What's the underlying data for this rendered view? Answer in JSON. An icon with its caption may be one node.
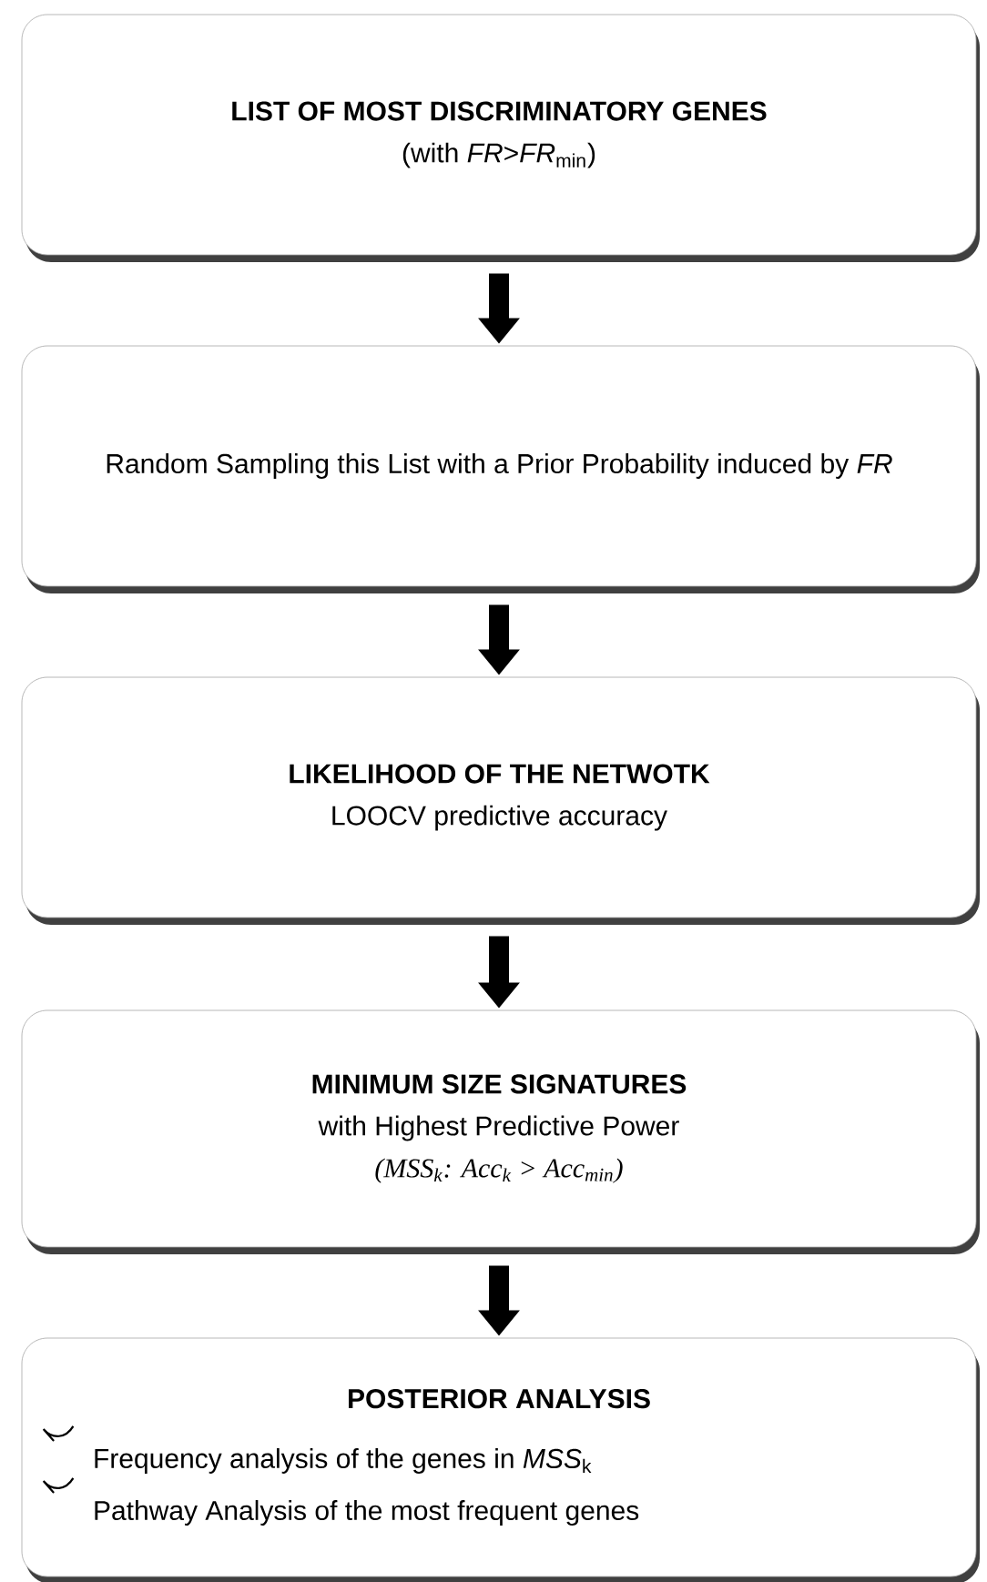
{
  "diagram": {
    "nodes": [
      {
        "text": [
          "LIST OF MOST DISCRIMINATORY GENES",
          "(with *FR*>*FR*$_{min}$)"
        ]
      },
      {
        "text": [
          "Random Sampling this List with a Prior Probability induced by *FR*"
        ]
      },
      {
        "text": [
          "LIKELIHOOD OF THE NETWOTK",
          "LOOCV predictive accuracy"
        ]
      },
      {
        "text": [
          "MINIMUM SIZE SIGNATURES",
          "with Highest Predictive Power",
          "(MSS$_{k}$: Acc$_{k}$ > Acc$_{min}$)"
        ]
      },
      {
        "text": [
          "POSTERIOR ANALYSIS",
          "Frequency analysis of the genes in *MSS*$_{k}$",
          "Pathway Analysis of the most frequent genes"
        ]
      }
    ],
    "edges": [
      {
        "from": 0,
        "to": 1,
        "arrow": "to"
      },
      {
        "from": 1,
        "to": 2,
        "arrow": "to"
      },
      {
        "from": 2,
        "to": 3,
        "arrow": "to"
      },
      {
        "from": 3,
        "to": 4,
        "arrow": "to"
      }
    ]
  }
}
